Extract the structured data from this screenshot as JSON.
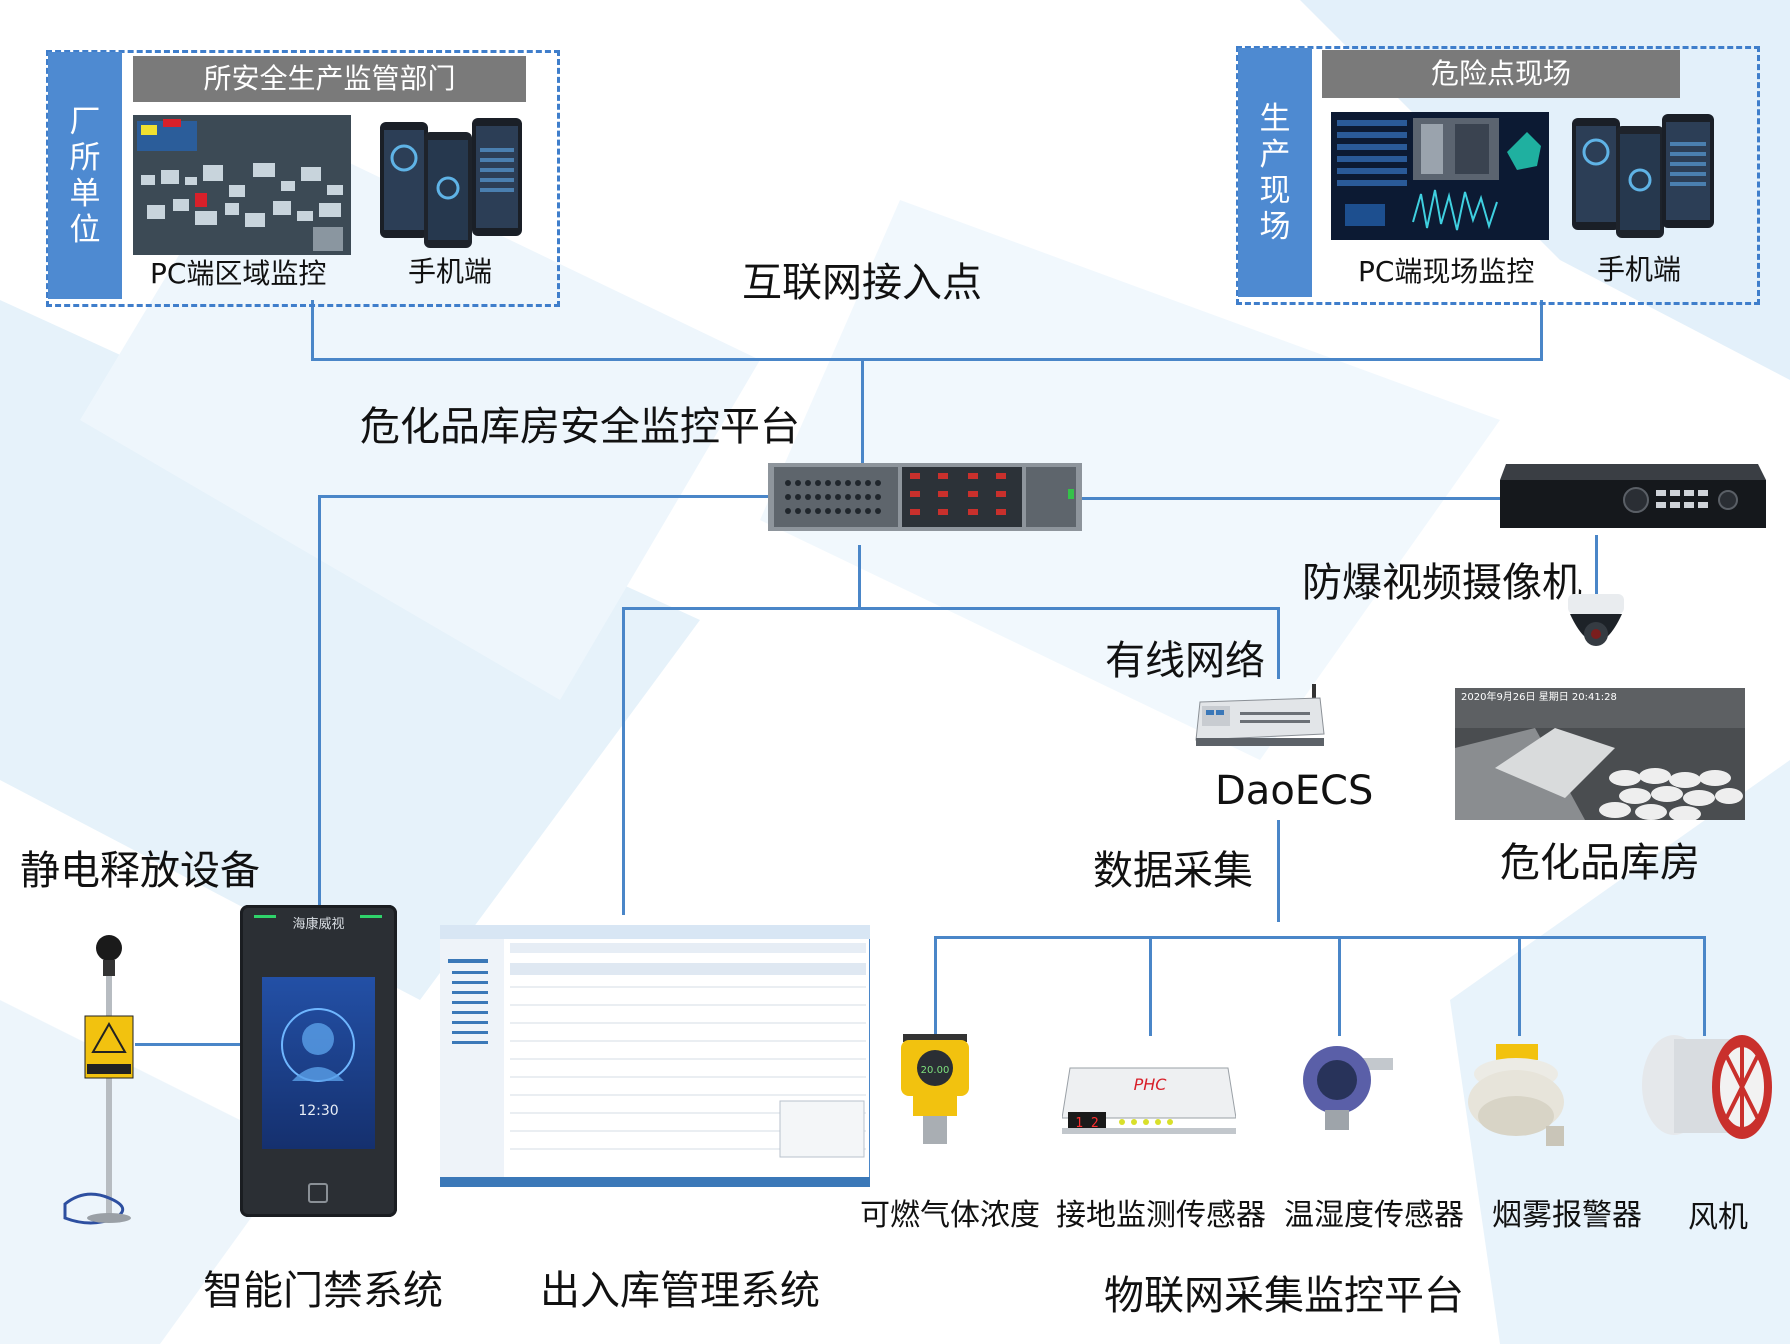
{
  "top_left_group": {
    "side_label": [
      "厂",
      "所",
      "单",
      "位"
    ],
    "header": "所安全生产监管部门",
    "pc_label": "PC端区域监控",
    "mobile_label": "手机端"
  },
  "top_right_group": {
    "side_label": [
      "生",
      "产",
      "现",
      "场"
    ],
    "header": "危险点现场",
    "pc_label": "PC端现场监控",
    "mobile_label": "手机端"
  },
  "labels": {
    "internet_access": "互联网接入点",
    "platform": "危化品库房安全监控平台",
    "camera": "防爆视频摄像机",
    "wired_network": "有线网络",
    "daoecs": "DaoECS",
    "data_collection": "数据采集",
    "warehouse": "危化品库房",
    "static_device": "静电释放设备",
    "access_control": "智能门禁系统",
    "inout_system": "出入库管理系统",
    "iot_platform": "物联网采集监控平台"
  },
  "sensors": [
    {
      "label": "可燃气体浓度"
    },
    {
      "label": "接地监测传感器"
    },
    {
      "label": "温湿度传感器"
    },
    {
      "label": "烟雾报警器"
    },
    {
      "label": "风机"
    }
  ],
  "device_text": {
    "access_brand": "海康威视",
    "access_time": "12:30",
    "camera_timestamp": "2020年9月26日 星期日 20:41:28",
    "ground_sensor_brand": "PHC",
    "ground_sensor_display": "1 2",
    "gas_display": "20.00"
  },
  "colors": {
    "line": "#4a86c8",
    "side_bar": "#4e8ad1",
    "header_bar": "#7a7a7a",
    "dashed_border": "#3f7ecb"
  }
}
